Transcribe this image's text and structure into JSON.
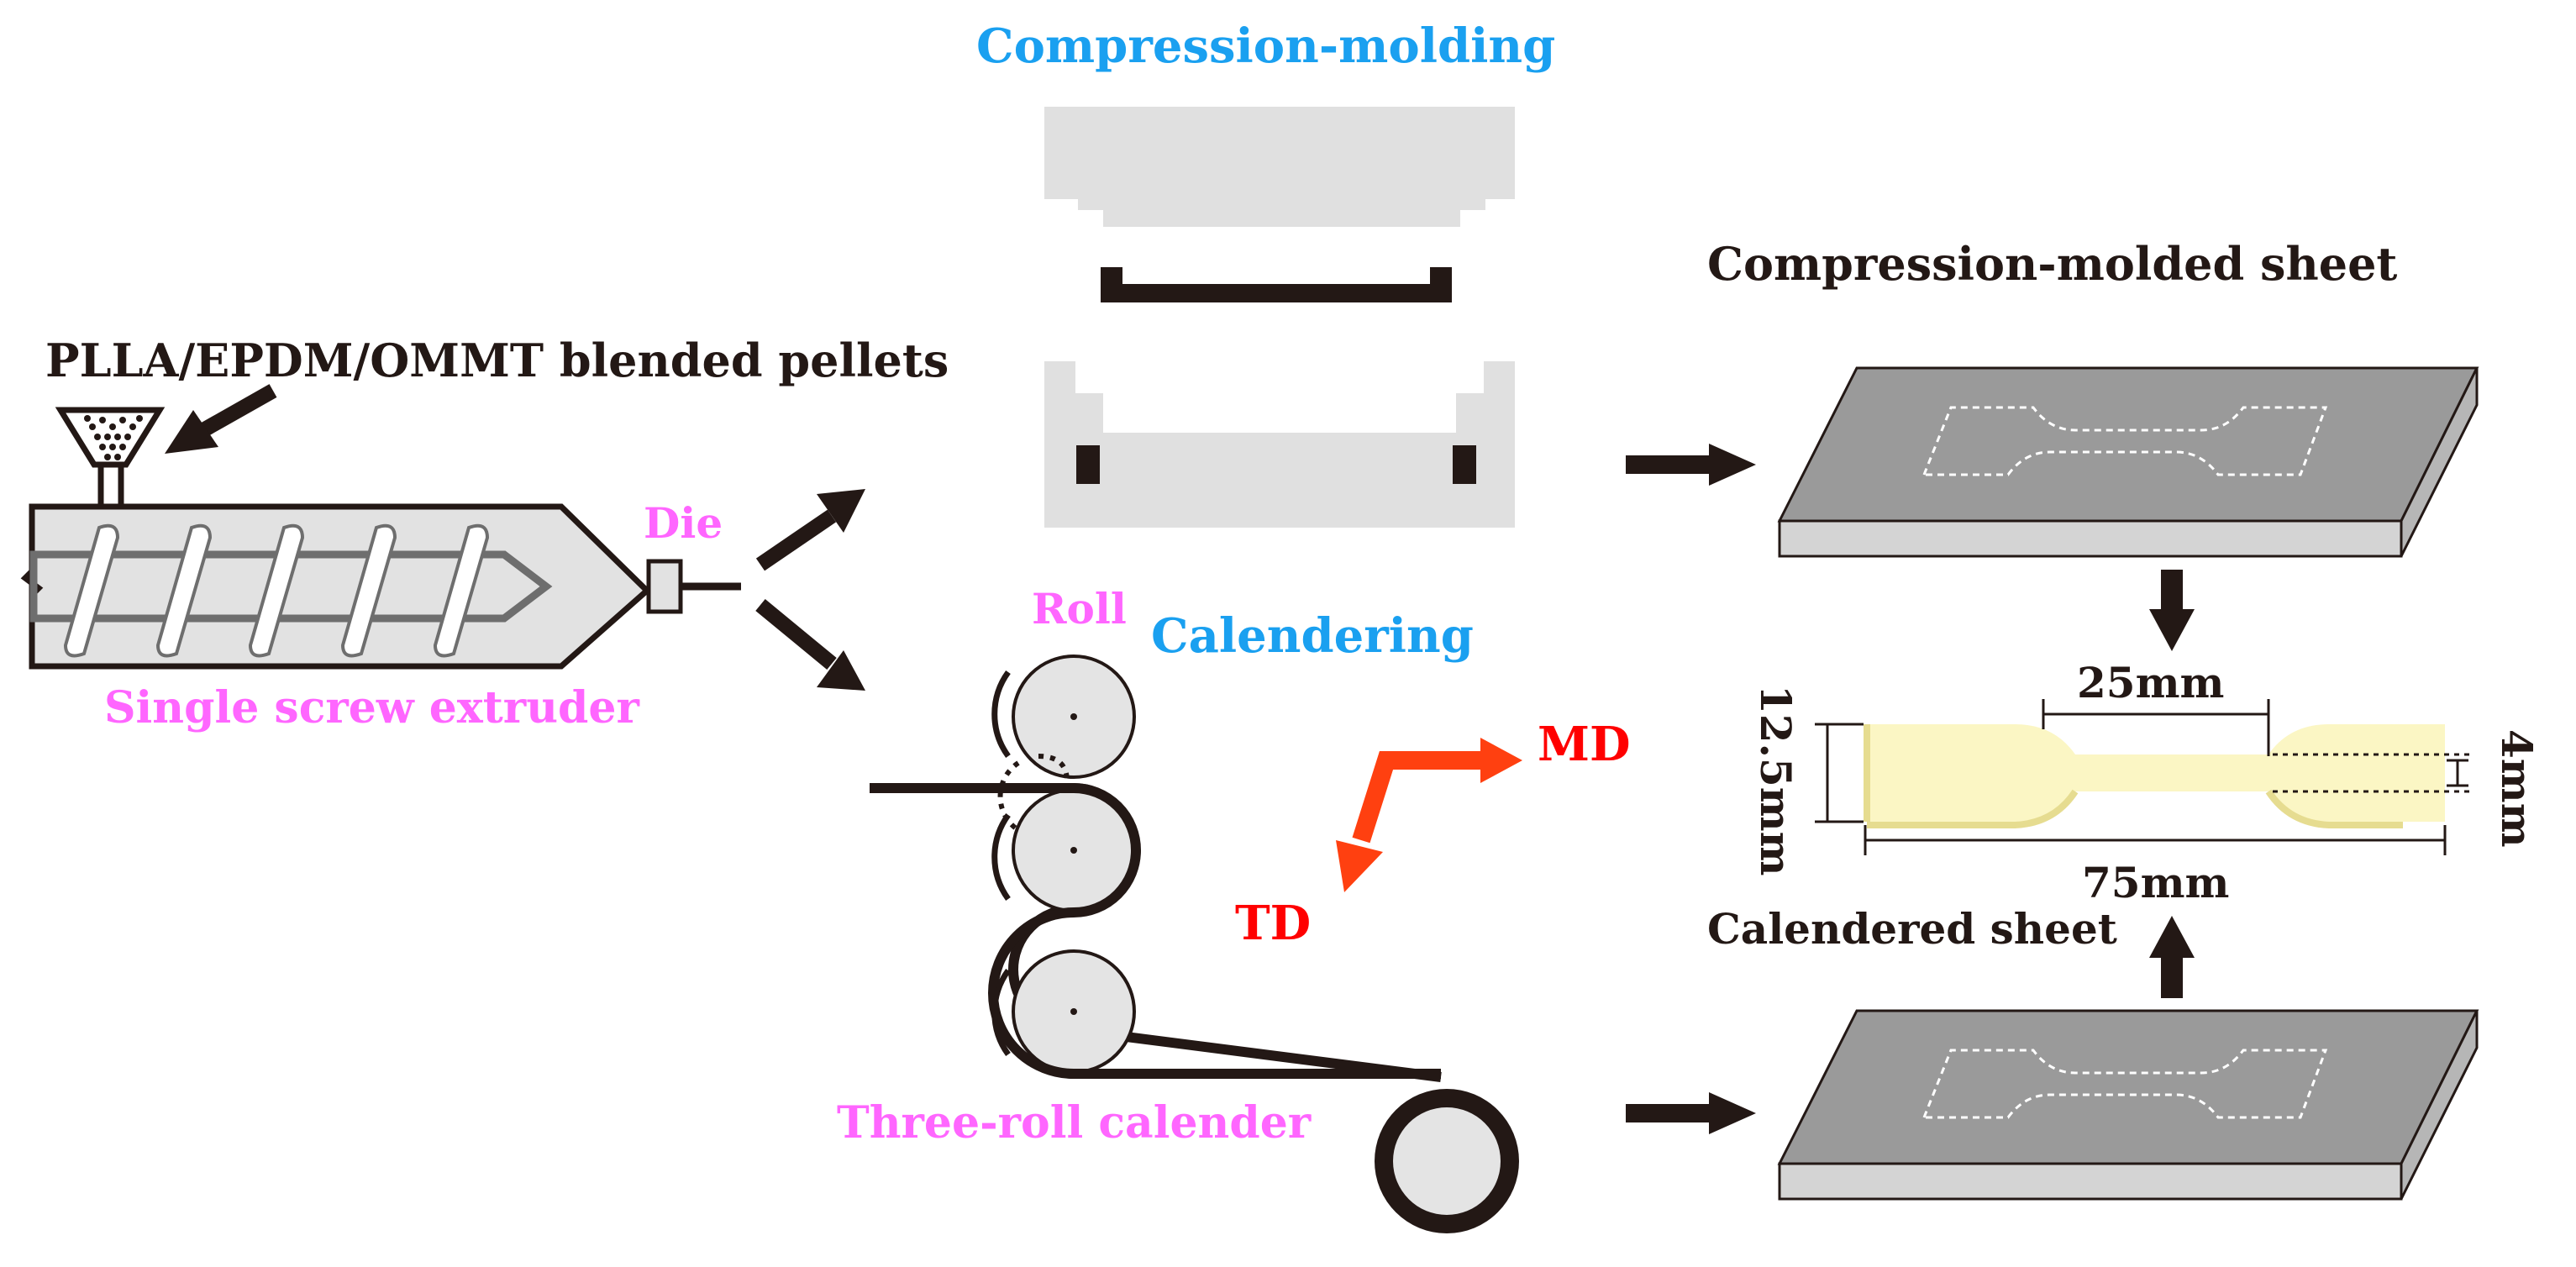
{
  "labels": {
    "pellets": "PLLA/EPDM/OMMT blended pellets",
    "die": "Die",
    "extruder": "Single screw extruder",
    "compression_molding": "Compression-molding",
    "calendering": "Calendering",
    "roll": "Roll",
    "three_roll_calender": "Three-roll calender",
    "md": "MD",
    "td": "TD",
    "compression_molded_sheet": "Compression-molded sheet",
    "calendered_sheet": "Calendered sheet"
  },
  "dimensions": {
    "gauge_length": "25mm",
    "total_length": "75mm",
    "width_end": "12.5mm",
    "width_gauge": "4mm"
  },
  "colors": {
    "pink": "#ff66ff",
    "blue": "#1aa0f0",
    "red": "#ff0000",
    "orange_arrow": "#ff4010",
    "dark": "#231815",
    "light_gray": "#e0e0e0",
    "sheet_gray": "#9a9a9a",
    "specimen": "#fbf6c4"
  }
}
